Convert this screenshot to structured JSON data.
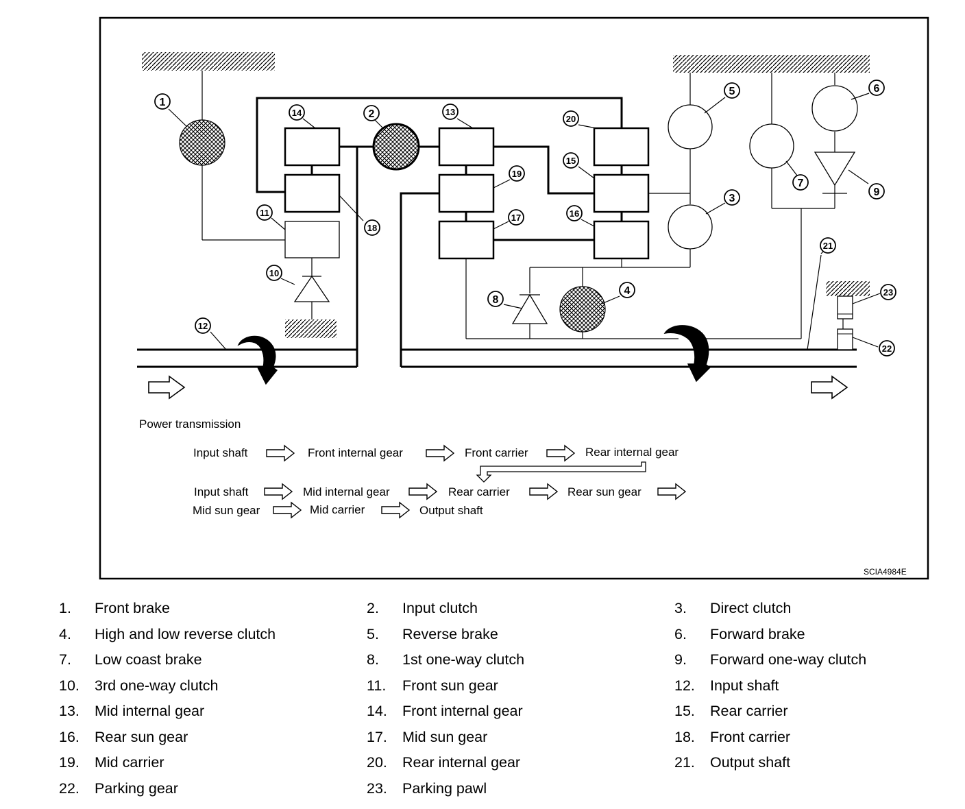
{
  "diagram": {
    "callouts": [
      "1",
      "2",
      "3",
      "4",
      "5",
      "6",
      "7",
      "8",
      "9",
      "10",
      "11",
      "12",
      "13",
      "14",
      "15",
      "16",
      "17",
      "18",
      "19",
      "20",
      "21",
      "22",
      "23"
    ],
    "power_transmission": {
      "title": "Power transmission",
      "row1": [
        "Input shaft",
        "Front internal gear",
        "Front carrier",
        "Rear internal gear"
      ],
      "row2": [
        "Input shaft",
        "Mid internal gear",
        "Rear carrier",
        "Rear sun gear"
      ],
      "row3": [
        "Mid sun gear",
        "Mid carrier",
        "Output shaft"
      ]
    },
    "figure_code": "SCIA4984E"
  },
  "legend": [
    {
      "num": "1.",
      "label": "Front brake"
    },
    {
      "num": "2.",
      "label": "Input clutch"
    },
    {
      "num": "3.",
      "label": "Direct clutch"
    },
    {
      "num": "4.",
      "label": "High and low reverse clutch"
    },
    {
      "num": "5.",
      "label": "Reverse brake"
    },
    {
      "num": "6.",
      "label": "Forward brake"
    },
    {
      "num": "7.",
      "label": "Low coast brake"
    },
    {
      "num": "8.",
      "label": "1st one-way clutch"
    },
    {
      "num": "9.",
      "label": "Forward one-way clutch"
    },
    {
      "num": "10.",
      "label": "3rd one-way clutch"
    },
    {
      "num": "11.",
      "label": "Front sun gear"
    },
    {
      "num": "12.",
      "label": "Input shaft"
    },
    {
      "num": "13.",
      "label": "Mid internal gear"
    },
    {
      "num": "14.",
      "label": "Front internal gear"
    },
    {
      "num": "15.",
      "label": "Rear carrier"
    },
    {
      "num": "16.",
      "label": "Rear sun gear"
    },
    {
      "num": "17.",
      "label": "Mid sun gear"
    },
    {
      "num": "18.",
      "label": "Front carrier"
    },
    {
      "num": "19.",
      "label": "Mid carrier"
    },
    {
      "num": "20.",
      "label": "Rear internal gear"
    },
    {
      "num": "21.",
      "label": "Output shaft"
    },
    {
      "num": "22.",
      "label": "Parking gear"
    },
    {
      "num": "23.",
      "label": "Parking pawl"
    }
  ]
}
